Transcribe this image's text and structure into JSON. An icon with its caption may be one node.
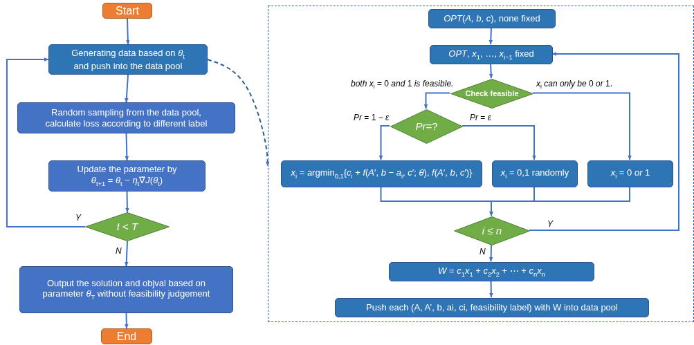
{
  "diagram": {
    "nodes": [
      {
        "text": [
          "Start"
        ]
      },
      {
        "text": [
          "Generating data based on *θ*$_{t}$ and push into the data pool"
        ]
      },
      {
        "text": [
          "Random sampling from the data pool, calculate loss according to different label"
        ]
      },
      {
        "text": [
          "Update the parameter by *θ*$_{t+1}$ = *θ*$_{t}$ − *η*$_{t}$∇̃*J*(*θ*$_{t}$)"
        ]
      },
      {
        "text": [
          "*t* < *T*"
        ]
      },
      {
        "text": [
          "Output the solution and objval based on parameter *θ*$_{T}$ without feasibility judgement"
        ]
      },
      {
        "text": [
          "End"
        ]
      },
      {
        "text": [],
        "shape": "box"
      },
      {
        "text": [
          "*OPT*(*A*, *b*, *c*), none fixed"
        ],
        "in": 7
      },
      {
        "text": [
          "*OPT*, *x*$_{1}$, …, *x*$_{i−1}$ fixed"
        ],
        "in": 7
      },
      {
        "text": [
          "Check feasible"
        ],
        "in": 7
      },
      {
        "text": [
          "*Pr*=?"
        ],
        "in": 7
      },
      {
        "text": [
          "*x*$_{i}$ = argmin$_{0,1}${*c*$_{i}$ + *f*(*A*′, *b* − *a*$_{i}$, *c*′; *θ*), *f*(*A*′, *b*, *c*′)}"
        ],
        "in": 7
      },
      {
        "text": [
          "*x*$_{i}$ = 0,1 randomly"
        ],
        "in": 7
      },
      {
        "text": [
          "*x*$_{i}$ = 0 *or* 1"
        ],
        "in": 7
      },
      {
        "text": [
          "*i* ≤ *n*"
        ],
        "in": 7
      },
      {
        "text": [
          "*W* = *c*$_{1}$*x*$_{1}$ + *c*$_{2}$*x*$_{2}$ + ⋯ + *c*$_{n}$*x*$_{n}$"
        ],
        "in": 7
      },
      {
        "text": [
          "Push each (A, A’, b, ai, ci, feasibility label) with W into data pool"
        ],
        "in": 7
      }
    ],
    "edges": [
      {
        "from": 0,
        "to": 1,
        "arrow": "to"
      },
      {
        "from": 1,
        "to": 2,
        "arrow": "to"
      },
      {
        "from": 2,
        "to": 3,
        "arrow": "to"
      },
      {
        "from": 3,
        "to": 4,
        "arrow": "to"
      },
      {
        "from": 4,
        "to": 1,
        "arrow": "to",
        "label": "*Y*"
      },
      {
        "from": 4,
        "to": 5,
        "arrow": "to",
        "label": "*N*"
      },
      {
        "from": 5,
        "to": 6,
        "arrow": "to"
      },
      {
        "from": 1,
        "to": 7,
        "arrow": "to",
        "style": "dashed"
      },
      {
        "from": 8,
        "to": 9,
        "arrow": "to"
      },
      {
        "from": 9,
        "to": 10,
        "arrow": "to"
      },
      {
        "from": 10,
        "to": 11,
        "arrow": "to",
        "label": "*both x*$_{i}$ = 0 *and* 1 *is feasible.*"
      },
      {
        "from": 10,
        "to": 14,
        "arrow": "to",
        "label": "*x*$_{i}$ *can only be* 0 *or* 1."
      },
      {
        "from": 11,
        "to": 12,
        "arrow": "to",
        "label": "*Pr* = 1 − *ε*"
      },
      {
        "from": 11,
        "to": 13,
        "arrow": "to",
        "label": "*Pr* = *ε*"
      },
      {
        "from": 12,
        "to": 15,
        "arrow": "to"
      },
      {
        "from": 13,
        "to": 15,
        "arrow": "to"
      },
      {
        "from": 14,
        "to": 15,
        "arrow": "to"
      },
      {
        "from": 15,
        "to": 9,
        "arrow": "to",
        "label": "*Y*"
      },
      {
        "from": 15,
        "to": 16,
        "arrow": "to",
        "label": "*N*"
      },
      {
        "from": 16,
        "to": 17,
        "arrow": "to"
      }
    ]
  }
}
